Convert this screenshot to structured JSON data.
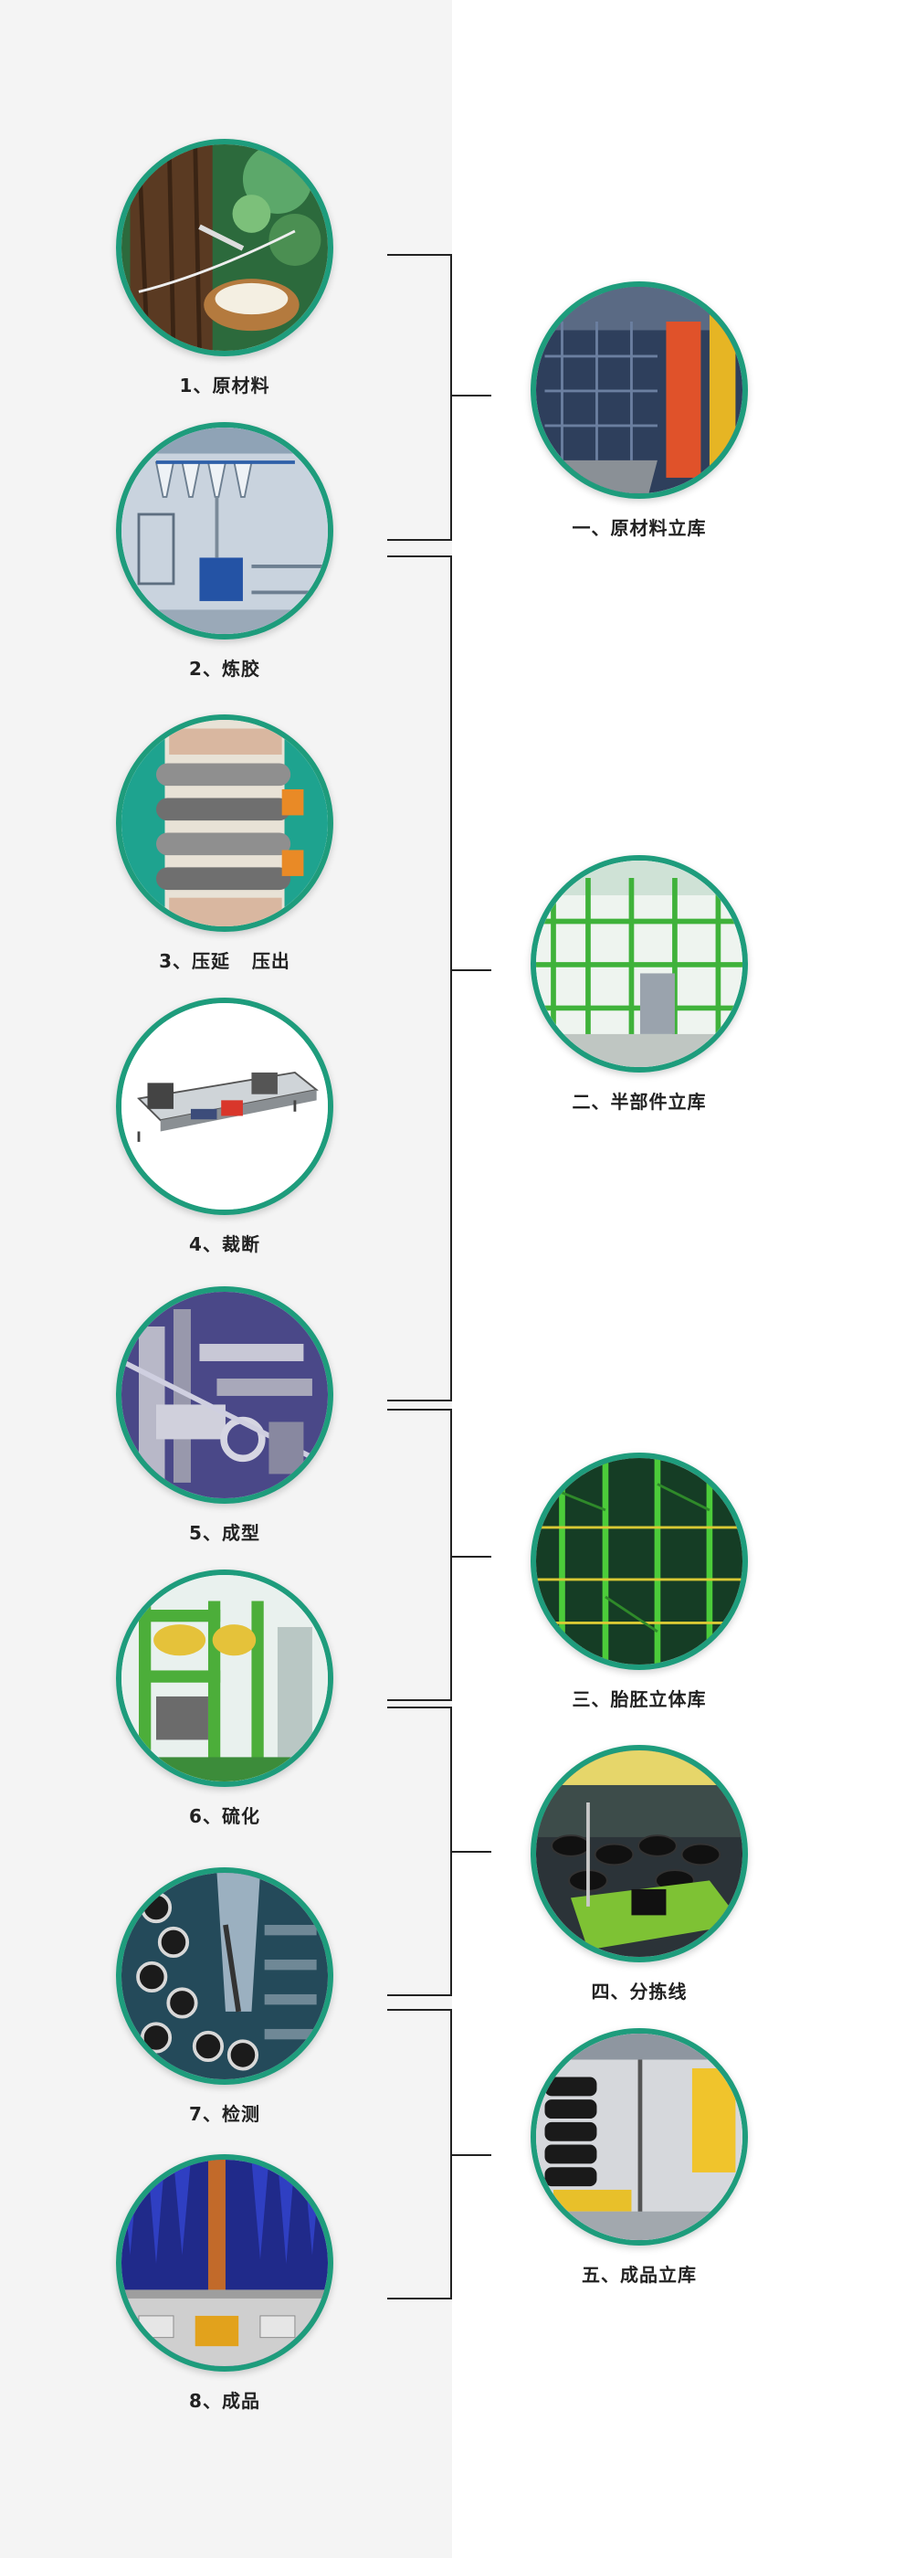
{
  "process_steps": [
    {
      "label": "1、原材料",
      "icon": "raw-material-rubber-tree-illustration"
    },
    {
      "label": "2、炼胶",
      "icon": "rubber-mixing-machine-illustration"
    },
    {
      "label": "3、压延   压出",
      "icon": "calender-rollers-illustration"
    },
    {
      "label": "4、裁断",
      "icon": "cutting-line-illustration"
    },
    {
      "label": "5、成型",
      "icon": "tire-building-machine-illustration"
    },
    {
      "label": "6、硫化",
      "icon": "vulcanizing-press-illustration"
    },
    {
      "label": "7、检测",
      "icon": "tire-inspection-conveyor-illustration"
    },
    {
      "label": "8、成品",
      "icon": "finished-product-line-illustration"
    }
  ],
  "storage_areas": [
    {
      "label": "一、原材料立库",
      "icon": "raw-material-warehouse-illustration"
    },
    {
      "label": "二、半部件立库",
      "icon": "semi-component-warehouse-illustration"
    },
    {
      "label": "三、胎胚立体库",
      "icon": "green-tire-warehouse-illustration"
    },
    {
      "label": "四、分拣线",
      "icon": "sorting-line-illustration"
    },
    {
      "label": "五、成品立库",
      "icon": "finished-goods-warehouse-illustration"
    }
  ],
  "colors": {
    "ring": "#1e9c7c",
    "connector": "#222222",
    "left_bg": "#f4f4f4"
  }
}
